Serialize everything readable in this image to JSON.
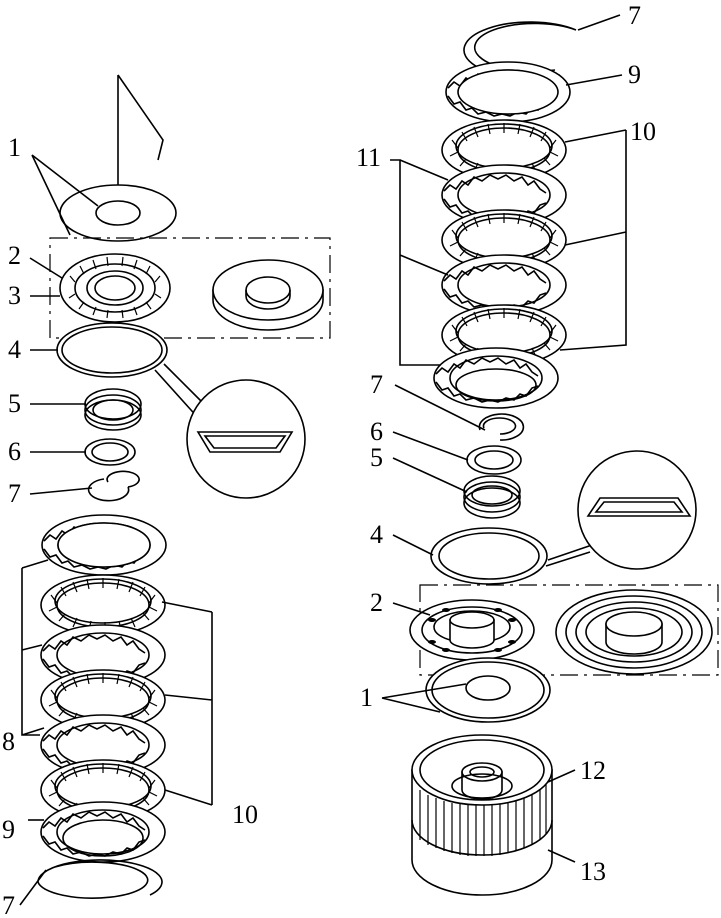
{
  "labels": {
    "left_1": "1",
    "left_2": "2",
    "left_3": "3",
    "left_4": "4",
    "left_5": "5",
    "left_6": "6",
    "left_7_mid": "7",
    "left_8": "8",
    "left_9": "9",
    "left_7_bottom": "7",
    "left_10": "10",
    "right_7_top": "7",
    "right_9": "9",
    "right_10": "10",
    "right_11": "11",
    "right_7_mid": "7",
    "right_6": "6",
    "right_5": "5",
    "right_4": "4",
    "right_2": "2",
    "right_1": "1",
    "right_12": "12",
    "right_13": "13"
  },
  "colors": {
    "line": "#000000",
    "background": "#ffffff"
  }
}
